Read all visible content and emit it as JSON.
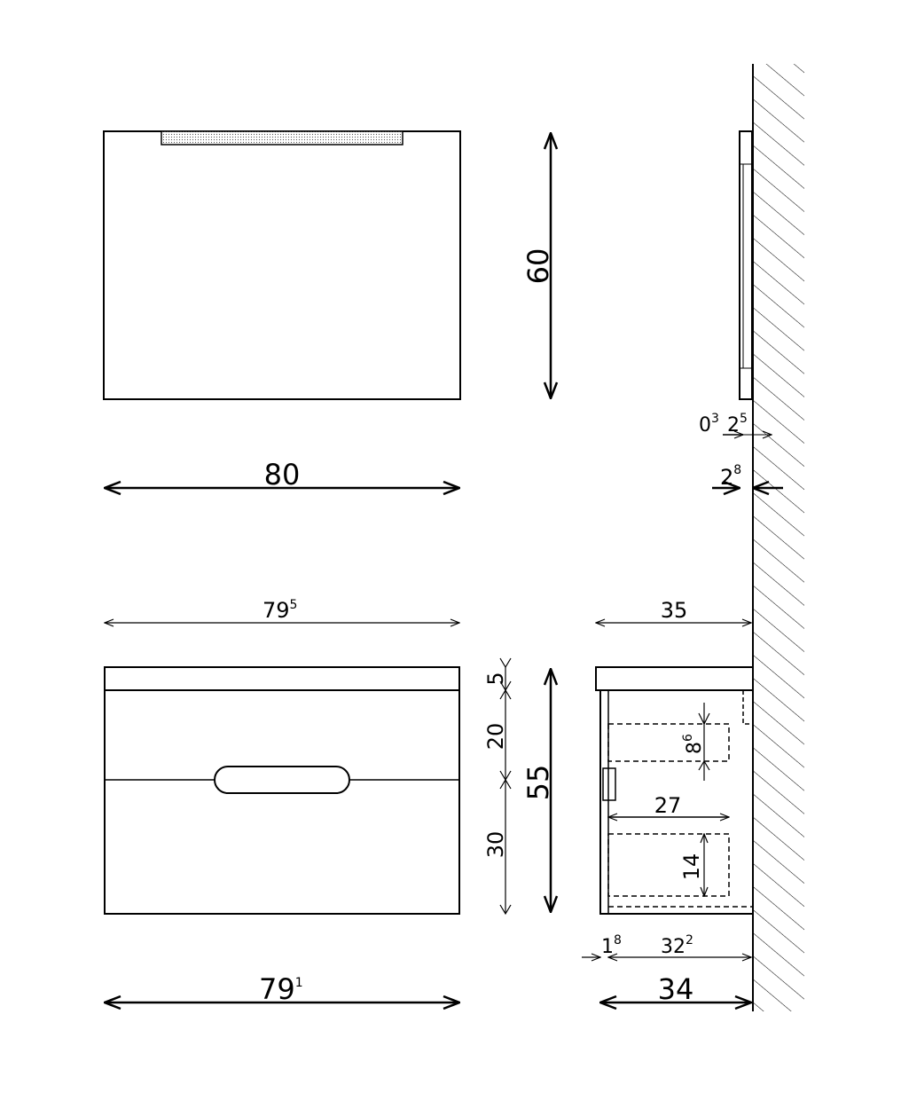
{
  "colors": {
    "stroke": "#000000",
    "background": "#ffffff",
    "strip_fill": "#d9d9d9"
  },
  "mirror": {
    "width_label": "80",
    "height_label": "60",
    "side_depth_a": {
      "main": "0",
      "sup": "3"
    },
    "side_depth_b": {
      "main": "2",
      "sup": "5"
    },
    "side_depth_total": {
      "main": "2",
      "sup": "8"
    }
  },
  "cabinet": {
    "top_width": {
      "main": "79",
      "sup": "5"
    },
    "bottom_width": {
      "main": "79",
      "sup": "1"
    },
    "height_label": "55",
    "section_top": "5",
    "section_mid": "20",
    "section_bottom": "30",
    "side_depth_top": "35",
    "side_depth_bottom": "34",
    "side_offset": {
      "main": "1",
      "sup": "8"
    },
    "side_inner": {
      "main": "32",
      "sup": "2"
    },
    "drawer_inner_depth": "27",
    "upper_drawer_height": {
      "main": "8",
      "sup": "6"
    },
    "lower_drawer_height": "14"
  }
}
